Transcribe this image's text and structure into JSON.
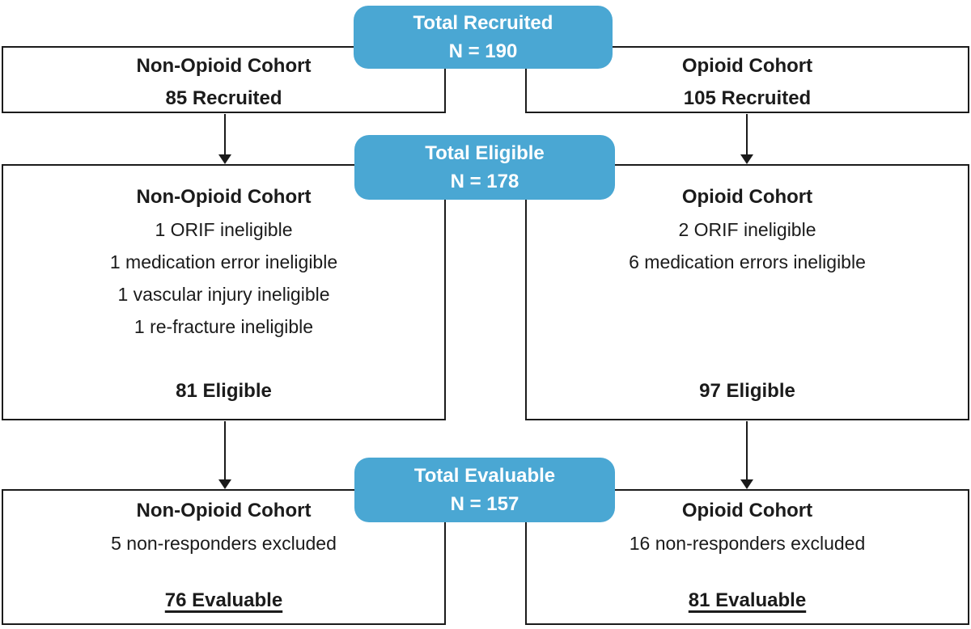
{
  "colors": {
    "accent_blue": "#4AA7D3",
    "border": "#1B1B1B",
    "text": "#1B1B1B",
    "total_box_text": "#FFFFFF"
  },
  "flow": {
    "recruited": {
      "total": {
        "title": "Total Recruited",
        "n": "N = 190"
      },
      "left": {
        "title": "Non-Opioid Cohort",
        "count": "85 Recruited"
      },
      "right": {
        "title": "Opioid Cohort",
        "count": "105 Recruited"
      }
    },
    "eligible": {
      "total": {
        "title": "Total Eligible",
        "n": "N = 178"
      },
      "left": {
        "title": "Non-Opioid Cohort",
        "exclusions": [
          "1 ORIF ineligible",
          "1 medication error ineligible",
          "1 vascular injury ineligible",
          "1 re-fracture ineligible"
        ],
        "count": "81 Eligible"
      },
      "right": {
        "title": "Opioid Cohort",
        "exclusions": [
          "2 ORIF ineligible",
          "6 medication errors ineligible"
        ],
        "count": "97 Eligible"
      }
    },
    "evaluable": {
      "total": {
        "title": "Total Evaluable",
        "n": "N = 157"
      },
      "left": {
        "title": "Non-Opioid Cohort",
        "exclusions": [
          "5 non-responders excluded"
        ],
        "count": "76 Evaluable"
      },
      "right": {
        "title": "Opioid Cohort",
        "exclusions": [
          "16 non-responders excluded"
        ],
        "count": "81 Evaluable"
      }
    }
  }
}
